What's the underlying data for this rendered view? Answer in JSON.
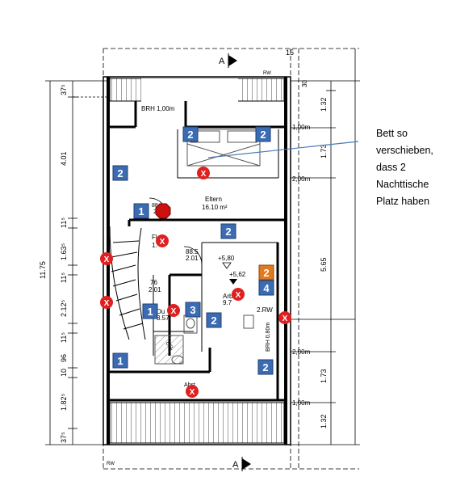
{
  "plan": {
    "section_marker_top": "A",
    "section_marker_bottom": "A",
    "rw_top": "RW",
    "rw_bottom": "RW",
    "dim_top_right": "15",
    "dim_top_small": "30",
    "rooms": {
      "eltern_name": "Eltern",
      "eltern_area": "16.10 m²",
      "flur_name": "Fl",
      "flur_area": "1.",
      "bad_name": "Du",
      "bad_area": "3.57",
      "arbeit_name": "Arb",
      "arbeit_area": "9.7",
      "abst_name": "Abst"
    },
    "labels": {
      "brh_top": "BRH 1,00m",
      "brh_right": "BRH 0,80m",
      "door_88_w": "88.5",
      "door_88_h": "2.01",
      "door_76_w": "76",
      "door_76_h": "2.01",
      "door_88_eltern": "88",
      "door_88_eltern_h": "2",
      "level_580": "+5,80",
      "level_562": "+5,62",
      "rw_right": "2.RW",
      "ofl": "OFL"
    },
    "left_dims": {
      "outer_total": "11.75",
      "d1": "37⁵",
      "d2": "4.01",
      "d3": "11⁵",
      "d4": "1.63⁵",
      "d5": "11⁵",
      "d6": "2.12⁵",
      "d7": "11⁵",
      "d8": "96",
      "d9": "10",
      "d10": "1.82⁵",
      "d11": "37⁵"
    },
    "right_dims": {
      "r1": "1.32",
      "r2": "1.73",
      "r3": "5.65",
      "r4": "1.73",
      "r5": "1.32",
      "h1": "1,00m",
      "h2": "2,00m",
      "h3": "2,00m",
      "h4": "1,00m"
    }
  },
  "markers": {
    "blue": [
      "2",
      "2",
      "2",
      "1",
      "2",
      "1",
      "3",
      "2",
      "4",
      "1",
      "2"
    ],
    "orange": "2",
    "x_symbol": "X"
  },
  "annotation": {
    "note": "Bett so verschieben, dass 2 Nachttische Platz haben"
  },
  "colors": {
    "marker_blue": "#3b6cb3",
    "marker_orange": "#e07a1f",
    "x_red": "#e02020",
    "stop_red": "#cc1111",
    "callout_line": "#4a7bb7"
  }
}
